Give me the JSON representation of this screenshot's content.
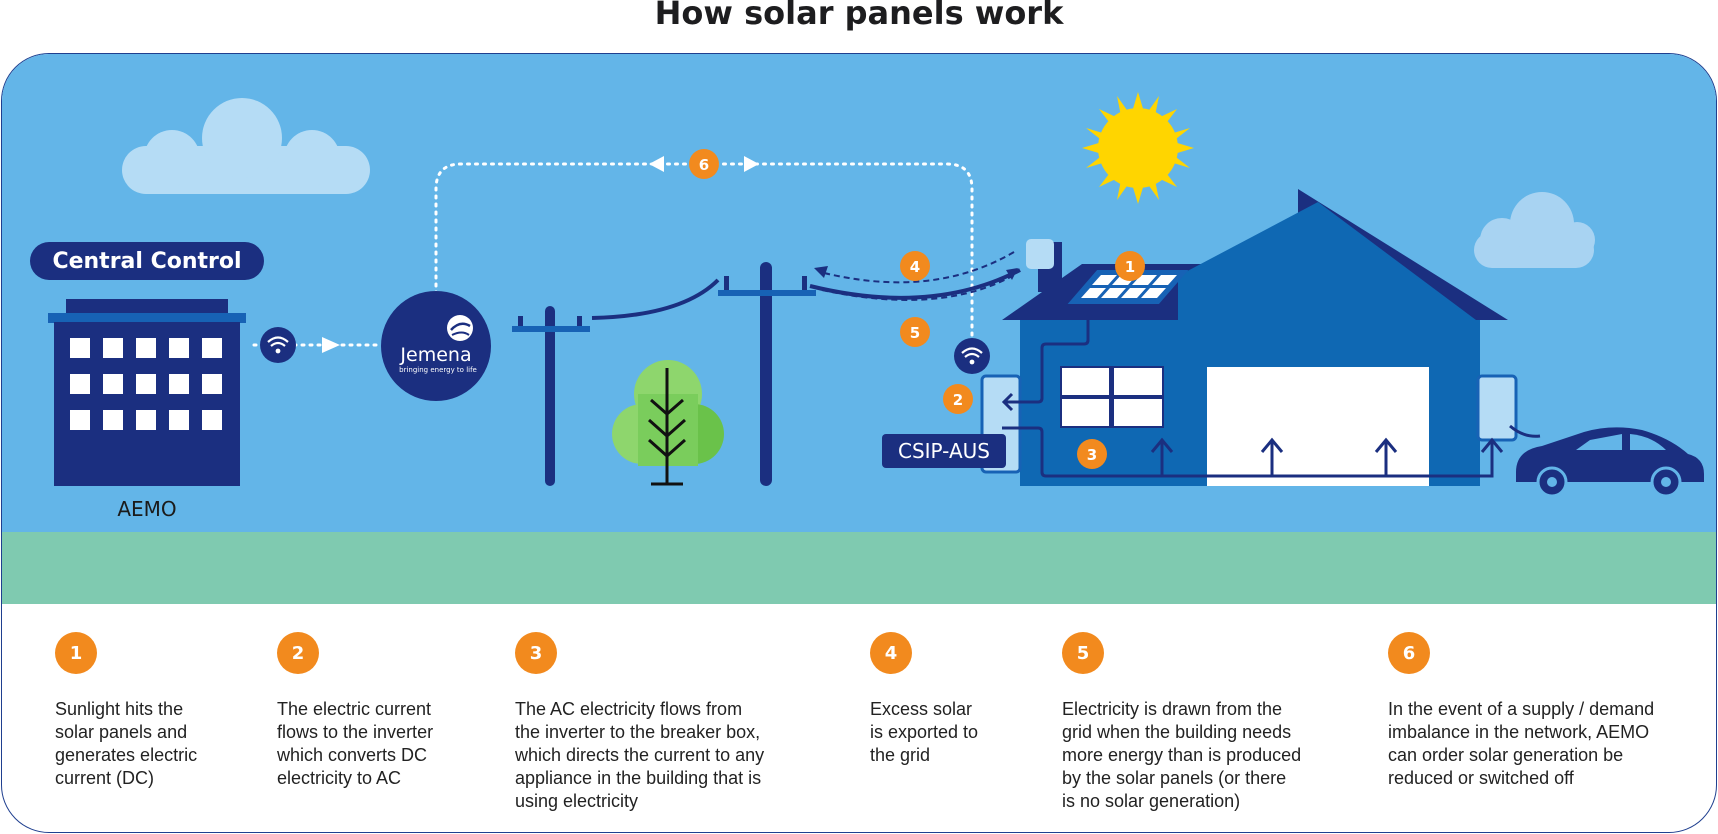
{
  "title": "How solar panels work",
  "labels": {
    "central_control": "Central Control",
    "aemo": "AEMO",
    "csip": "CSIP-AUS",
    "jemena_logo": "Jemena",
    "jemena_tagline": "bringing energy to life"
  },
  "markers": [
    "1",
    "2",
    "3",
    "4",
    "5",
    "6"
  ],
  "steps": [
    {
      "num": "1",
      "text": "Sunlight hits the\nsolar panels and\ngenerates electric\ncurrent (DC)"
    },
    {
      "num": "2",
      "text": "The electric current\nflows to the inverter\nwhich converts DC\nelectricity to AC"
    },
    {
      "num": "3",
      "text": "The AC electricity flows from\nthe inverter to the breaker box,\nwhich directs the current to any\nappliance in the building that is\nusing electricity"
    },
    {
      "num": "4",
      "text": "Excess solar\nis exported to\nthe grid"
    },
    {
      "num": "5",
      "text": "Electricity is drawn from the\ngrid when the building needs\nmore energy than is produced\nby the solar panels (or there\nis no solar generation)"
    },
    {
      "num": "6",
      "text": "In the event of a supply / demand\nimbalance in the network, AEMO\ncan order solar generation be\nreduced or switched off"
    }
  ],
  "colors": {
    "sky": "#63b5e8",
    "grass": "#7fcab0",
    "navy": "#1b2f80",
    "house_blue": "#0f68b3",
    "orange": "#f28a1e",
    "sun": "#ffd500"
  }
}
